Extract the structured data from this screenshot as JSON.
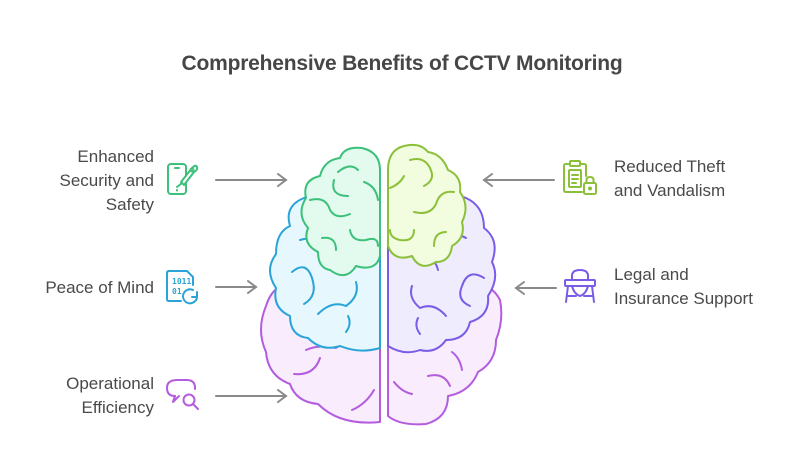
{
  "title": "Comprehensive Benefits of CCTV Monitoring",
  "benefits": [
    {
      "label_lines": [
        "Enhanced",
        "Security and",
        "Safety"
      ],
      "icon": "phone-rocket-icon",
      "color": "#3cc07a",
      "side": "left"
    },
    {
      "label_lines": [
        "Peace of Mind"
      ],
      "icon": "binary-sync-icon",
      "color": "#2aa4d8",
      "side": "left"
    },
    {
      "label_lines": [
        "Operational",
        "Efficiency"
      ],
      "icon": "chat-search-icon",
      "color": "#b45cde",
      "side": "left"
    },
    {
      "label_lines": [
        "Reduced Theft",
        "and Vandalism"
      ],
      "icon": "clipboard-lock-icon",
      "color": "#8cc03a",
      "side": "right"
    },
    {
      "label_lines": [
        "Legal and",
        "Insurance Support"
      ],
      "icon": "high-chair-icon",
      "color": "#7a5ce6",
      "side": "right"
    }
  ],
  "brain_colors": {
    "green_stroke": "#3cc07a",
    "green_fill": "#e2fbee",
    "blue_stroke": "#2aa4d8",
    "blue_fill": "#e6f7fd",
    "purple_stroke": "#b45cde",
    "purple_fill": "#f9ecfd",
    "lime_stroke": "#8cc03a",
    "lime_fill": "#f2fde0",
    "violet_stroke": "#7a5ce6",
    "violet_fill": "#efedfd"
  },
  "arrow_color": "#8a8a8a"
}
